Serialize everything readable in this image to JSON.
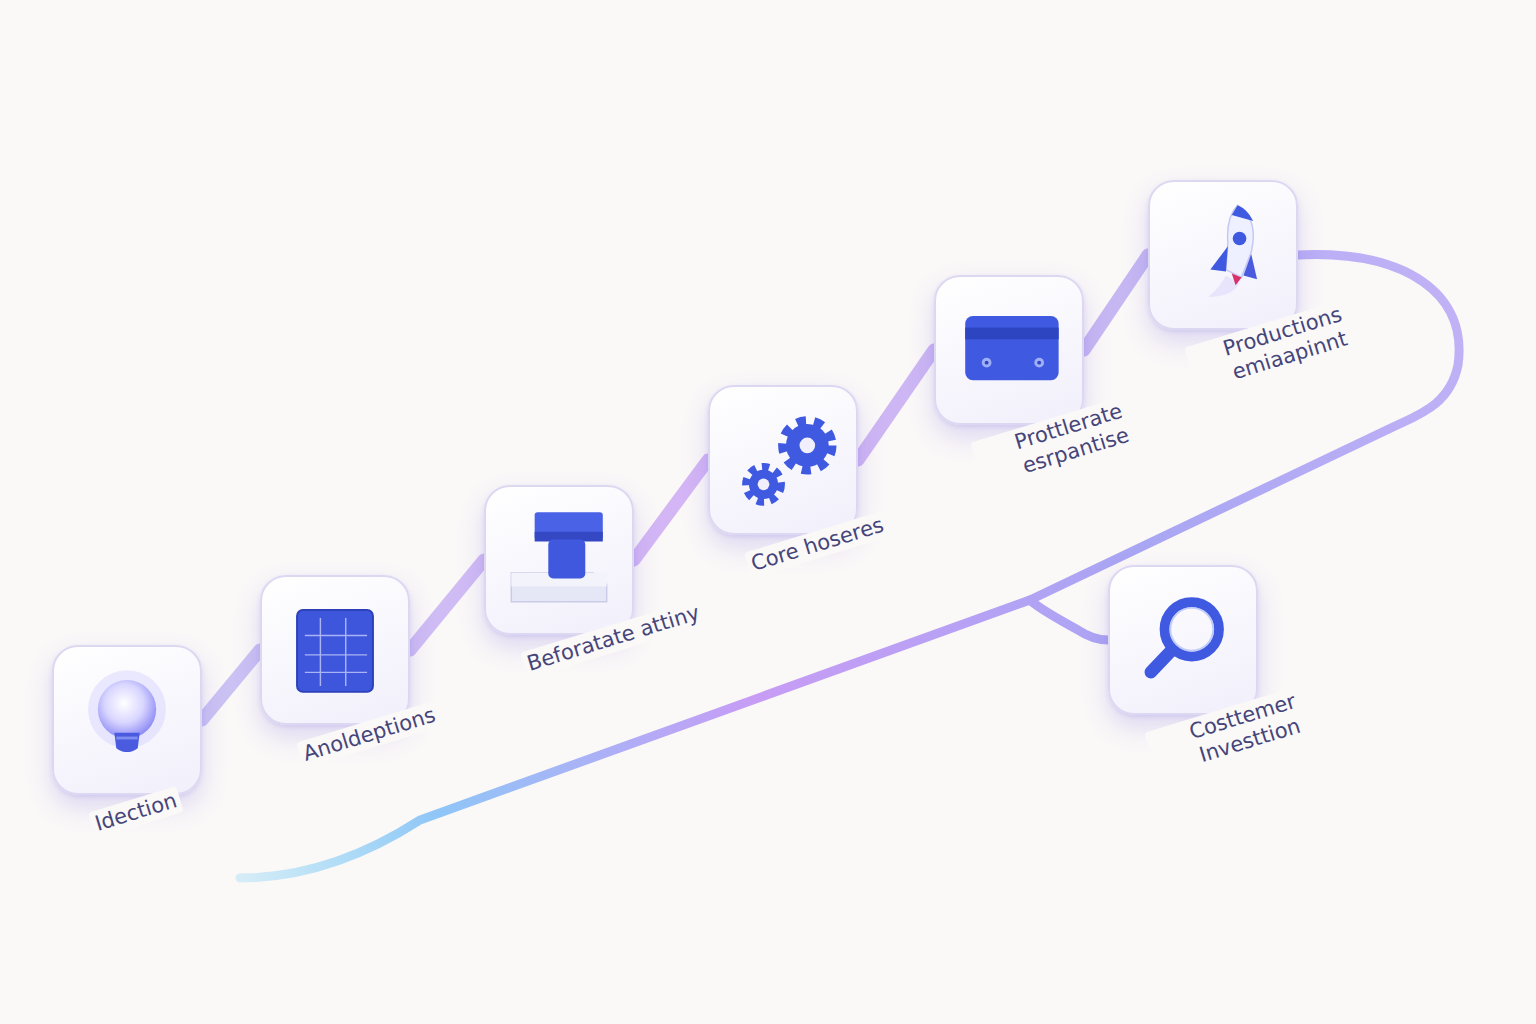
{
  "diagram": {
    "nodes": [
      {
        "text": [
          "Idection"
        ]
      },
      {
        "text": [
          "Anoldeptions"
        ]
      },
      {
        "text": [
          "Beforatate attiny"
        ]
      },
      {
        "text": [
          "Core hoseres"
        ]
      },
      {
        "text": [
          "Prottlerate esrpantise"
        ]
      },
      {
        "text": [
          "Productions emiaapinnt"
        ]
      },
      {
        "text": [
          "Costtemer Investtion"
        ]
      }
    ],
    "edges": [
      {
        "from": 0,
        "to": 1,
        "arrow": "none"
      },
      {
        "from": 1,
        "to": 2,
        "arrow": "none"
      },
      {
        "from": 2,
        "to": 3,
        "arrow": "none"
      },
      {
        "from": 3,
        "to": 4,
        "arrow": "none"
      },
      {
        "from": 4,
        "to": 5,
        "arrow": "none"
      },
      {
        "from": 5,
        "to": 6,
        "arrow": "none"
      }
    ]
  }
}
